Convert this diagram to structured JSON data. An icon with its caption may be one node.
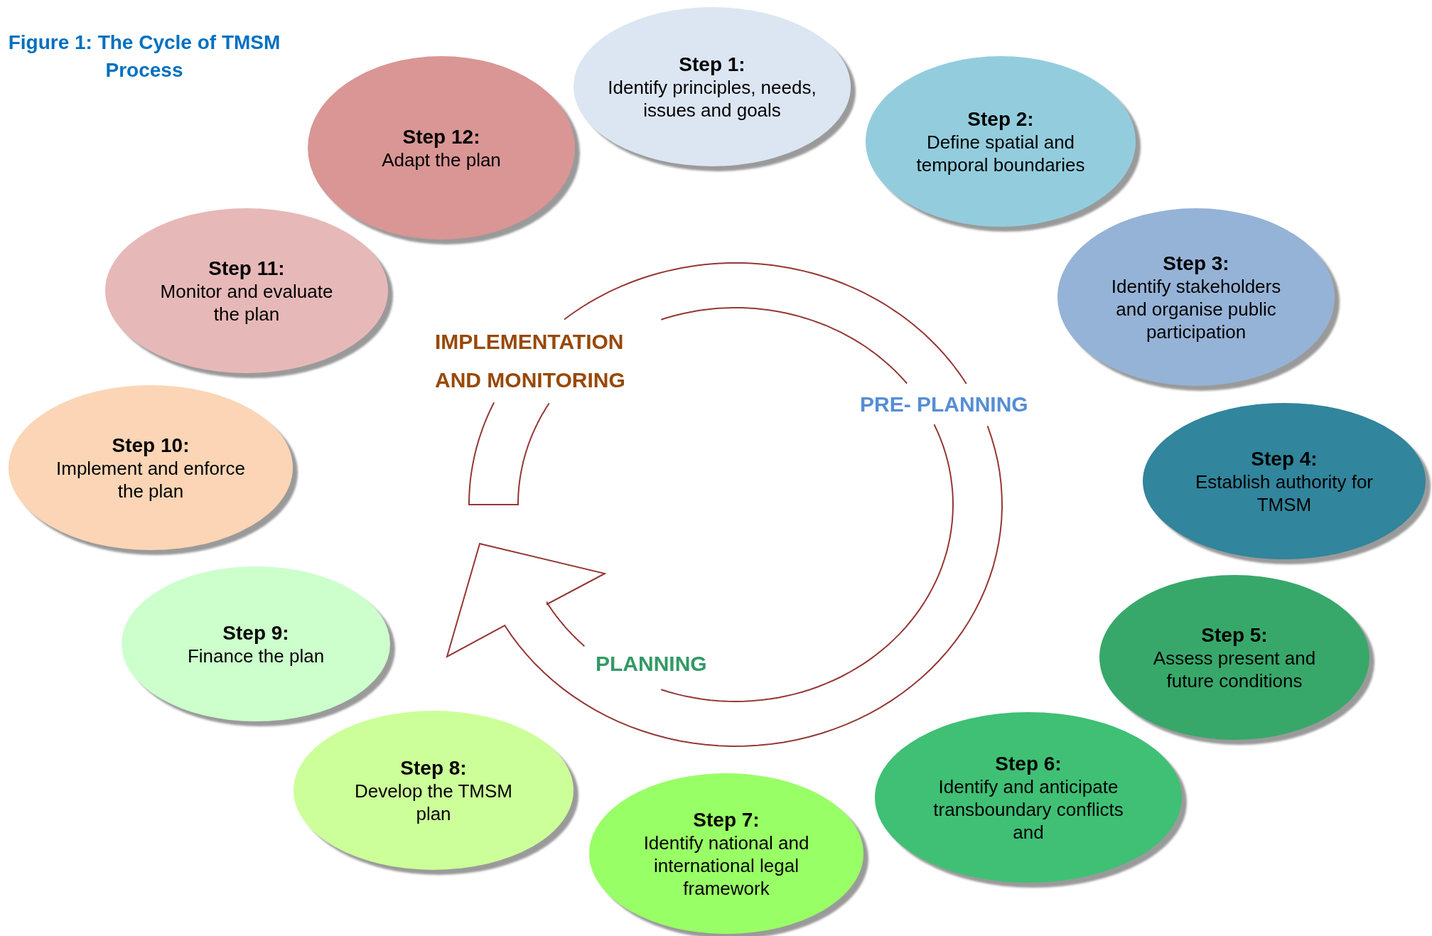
{
  "diagram": {
    "title": "Figure 1: The Cycle of TMSM Process",
    "nodes": [
      {
        "text": [
          "Step 1:",
          "Identify principles, needs, issues and goals"
        ]
      },
      {
        "text": [
          "Step 2:",
          "Define spatial and temporal boundaries"
        ]
      },
      {
        "text": [
          "Step 3:",
          "Identify stakeholders and organise public participation"
        ]
      },
      {
        "text": [
          "Step 4:",
          "Establish authority for TMSM"
        ]
      },
      {
        "text": [
          "Step 5:",
          "Assess present and future conditions"
        ]
      },
      {
        "text": [
          "Step 6:",
          "Identify and anticipate transboundary conflicts and"
        ]
      },
      {
        "text": [
          "Step 7:",
          "Identify national and international legal framework"
        ]
      },
      {
        "text": [
          "Step 8:",
          "Develop the TMSM plan"
        ]
      },
      {
        "text": [
          "Step 9:",
          "Finance the plan"
        ]
      },
      {
        "text": [
          "Step 10:",
          "Implement and enforce the plan"
        ]
      },
      {
        "text": [
          "Step 11:",
          "Monitor and evaluate the plan"
        ]
      },
      {
        "text": [
          "Step 12:",
          "Adapt the plan"
        ]
      }
    ],
    "labels": [
      "IMPLEMENTATION AND MONITORING",
      "PRE- PLANNING",
      "PLANNING"
    ]
  }
}
